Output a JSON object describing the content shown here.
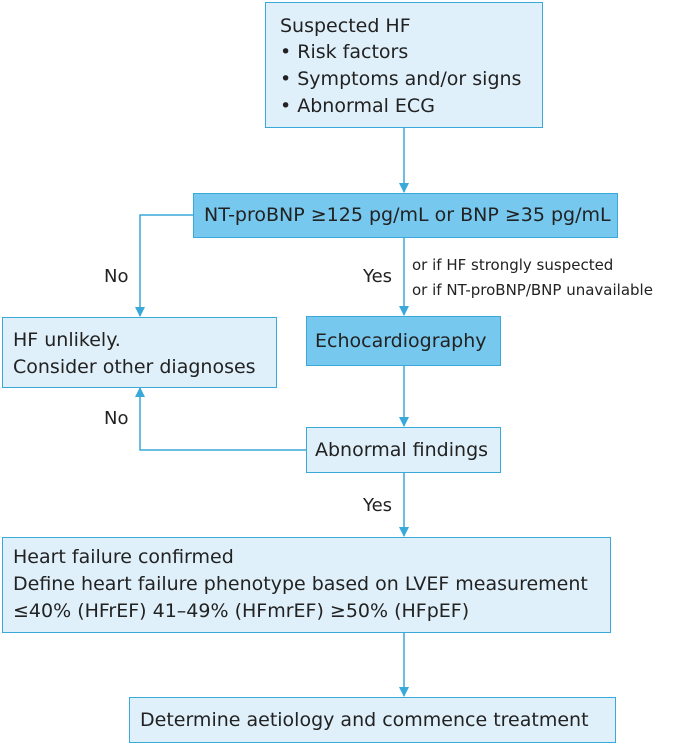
{
  "suspected": {
    "title": "Suspected HF",
    "items": [
      "Risk factors",
      "Symptoms and/or signs",
      "Abnormal ECG"
    ]
  },
  "natriuretic": {
    "label": "NT-proBNP ≥125 pg/mL or BNP ≥35 pg/mL"
  },
  "unlikely": {
    "lines": [
      "HF unlikely.",
      "Consider other diagnoses"
    ]
  },
  "echo": {
    "label": "Echocardiography"
  },
  "abnormal": {
    "label": "Abnormal findings"
  },
  "confirmed": {
    "lines": [
      "Heart failure confirmed",
      "Define heart failure phenotype based on LVEF measurement",
      "≤40% (HFrEF) 41–49% (HFmrEF) ≥50% (HFpEF)"
    ]
  },
  "aetiology": {
    "label": "Determine aetiology and commence treatment"
  },
  "labels": {
    "no_top": "No",
    "no_bottom": "No",
    "yes_top": "Yes",
    "yes_bottom": "Yes",
    "side_note": [
      "or if HF strongly suspected",
      "or if NT-proBNP/BNP unavailable"
    ]
  },
  "colors": {
    "border": "#3aa8d8",
    "light_fill": "#dff0fa",
    "dark_fill": "#77c8ee",
    "arrow": "#3aa8d8"
  }
}
